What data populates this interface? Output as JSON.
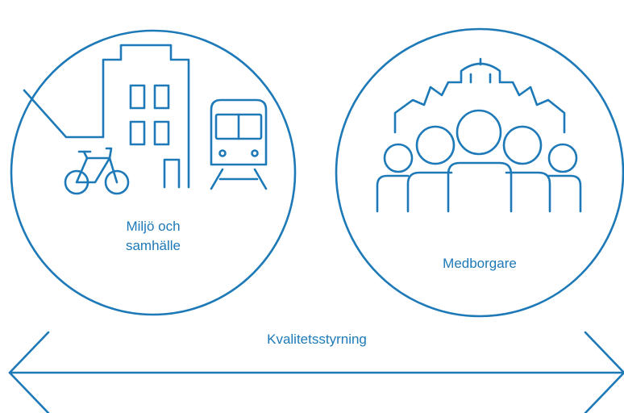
{
  "colors": {
    "line": "#1d79b7",
    "text": "#1d79b7",
    "background": "#ffffff"
  },
  "left_circle": {
    "label_line1": "Miljö och",
    "label_line2": "samhälle",
    "icons": [
      "city-buildings-icon",
      "bicycle-icon",
      "train-icon"
    ]
  },
  "right_circle": {
    "label": "Medborgare",
    "icons": [
      "people-group-icon",
      "building-skyline-icon"
    ]
  },
  "arrow": {
    "label": "Kvalitetsstyrning",
    "icon": "double-headed-arrow-icon"
  }
}
